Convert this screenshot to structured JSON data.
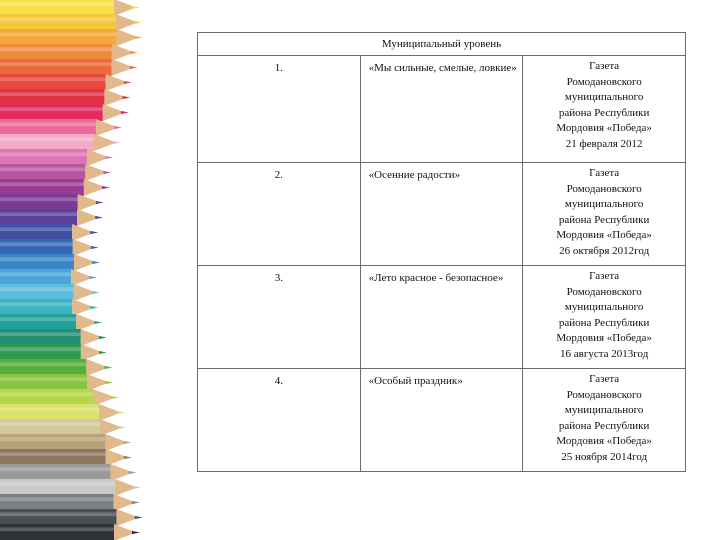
{
  "table": {
    "header": "Муниципальный уровень",
    "rows": [
      {
        "num": "1.",
        "title": "«Мы сильные, смелые, ловкие»",
        "source_lines": [
          "Газета",
          "Ромодановского",
          "муниципального",
          "района Республики",
          "Мордовия «Победа»",
          "21 февраля 2012"
        ]
      },
      {
        "num": "2.",
        "title": "«Осенние радости»",
        "source_lines": [
          "Газета",
          "Ромодановского",
          "муниципального",
          "района Республики",
          "Мордовия «Победа»",
          "26 октября 2012год"
        ]
      },
      {
        "num": "3.",
        "title": "«Лето красное - безопасное»",
        "source_lines": [
          "Газета",
          "Ромодановского",
          "муниципального",
          "района Республики",
          "Мордовия «Победа»",
          "16 августа 2013год"
        ]
      },
      {
        "num": "4.",
        "title": "«Особый праздник»",
        "source_lines": [
          "Газета",
          "Ромодановского",
          "муниципального",
          "района Республики",
          "Мордовия «Победа»",
          "25 ноября 2014год"
        ]
      }
    ]
  },
  "decoration": {
    "pencil_colors": [
      "#f6e04a",
      "#f4c93c",
      "#f2a93a",
      "#ef8a3a",
      "#ec6a3a",
      "#e8473c",
      "#e23045",
      "#e22a5e",
      "#ea6b9a",
      "#f4a9c4",
      "#d978b2",
      "#b8559f",
      "#9a3c93",
      "#7a3a96",
      "#5b3f98",
      "#3f4fa2",
      "#3467b4",
      "#3a86c6",
      "#4aa6d6",
      "#5bbde0",
      "#3bb3c0",
      "#22a19a",
      "#1f8f74",
      "#2d9a4f",
      "#56ad3a",
      "#8bc53f",
      "#b7d64a",
      "#d9e36a",
      "#d2c99a",
      "#b9a27a",
      "#8d7560",
      "#9a9a9a",
      "#c8c8c8",
      "#7a7f86",
      "#4b4f55",
      "#2f3237"
    ]
  }
}
